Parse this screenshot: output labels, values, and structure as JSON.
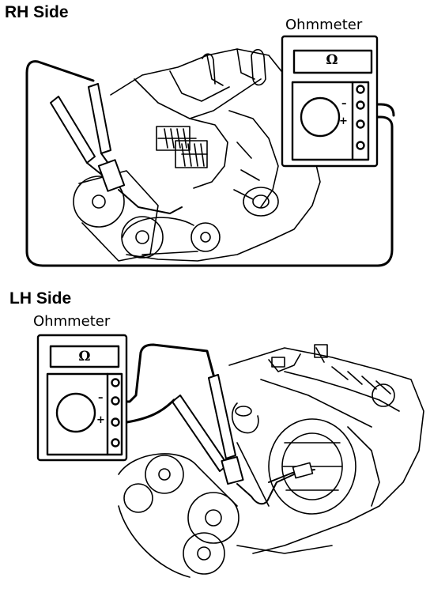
{
  "rh_side": {
    "title": "RH Side",
    "meter_label": "Ohmmeter",
    "display_symbol": "Ω",
    "minus_sign": "–",
    "plus_sign": "+"
  },
  "lh_side": {
    "title": "LH Side",
    "meter_label": "Ohmmeter",
    "display_symbol": "Ω",
    "minus_sign": "–",
    "plus_sign": "+"
  }
}
